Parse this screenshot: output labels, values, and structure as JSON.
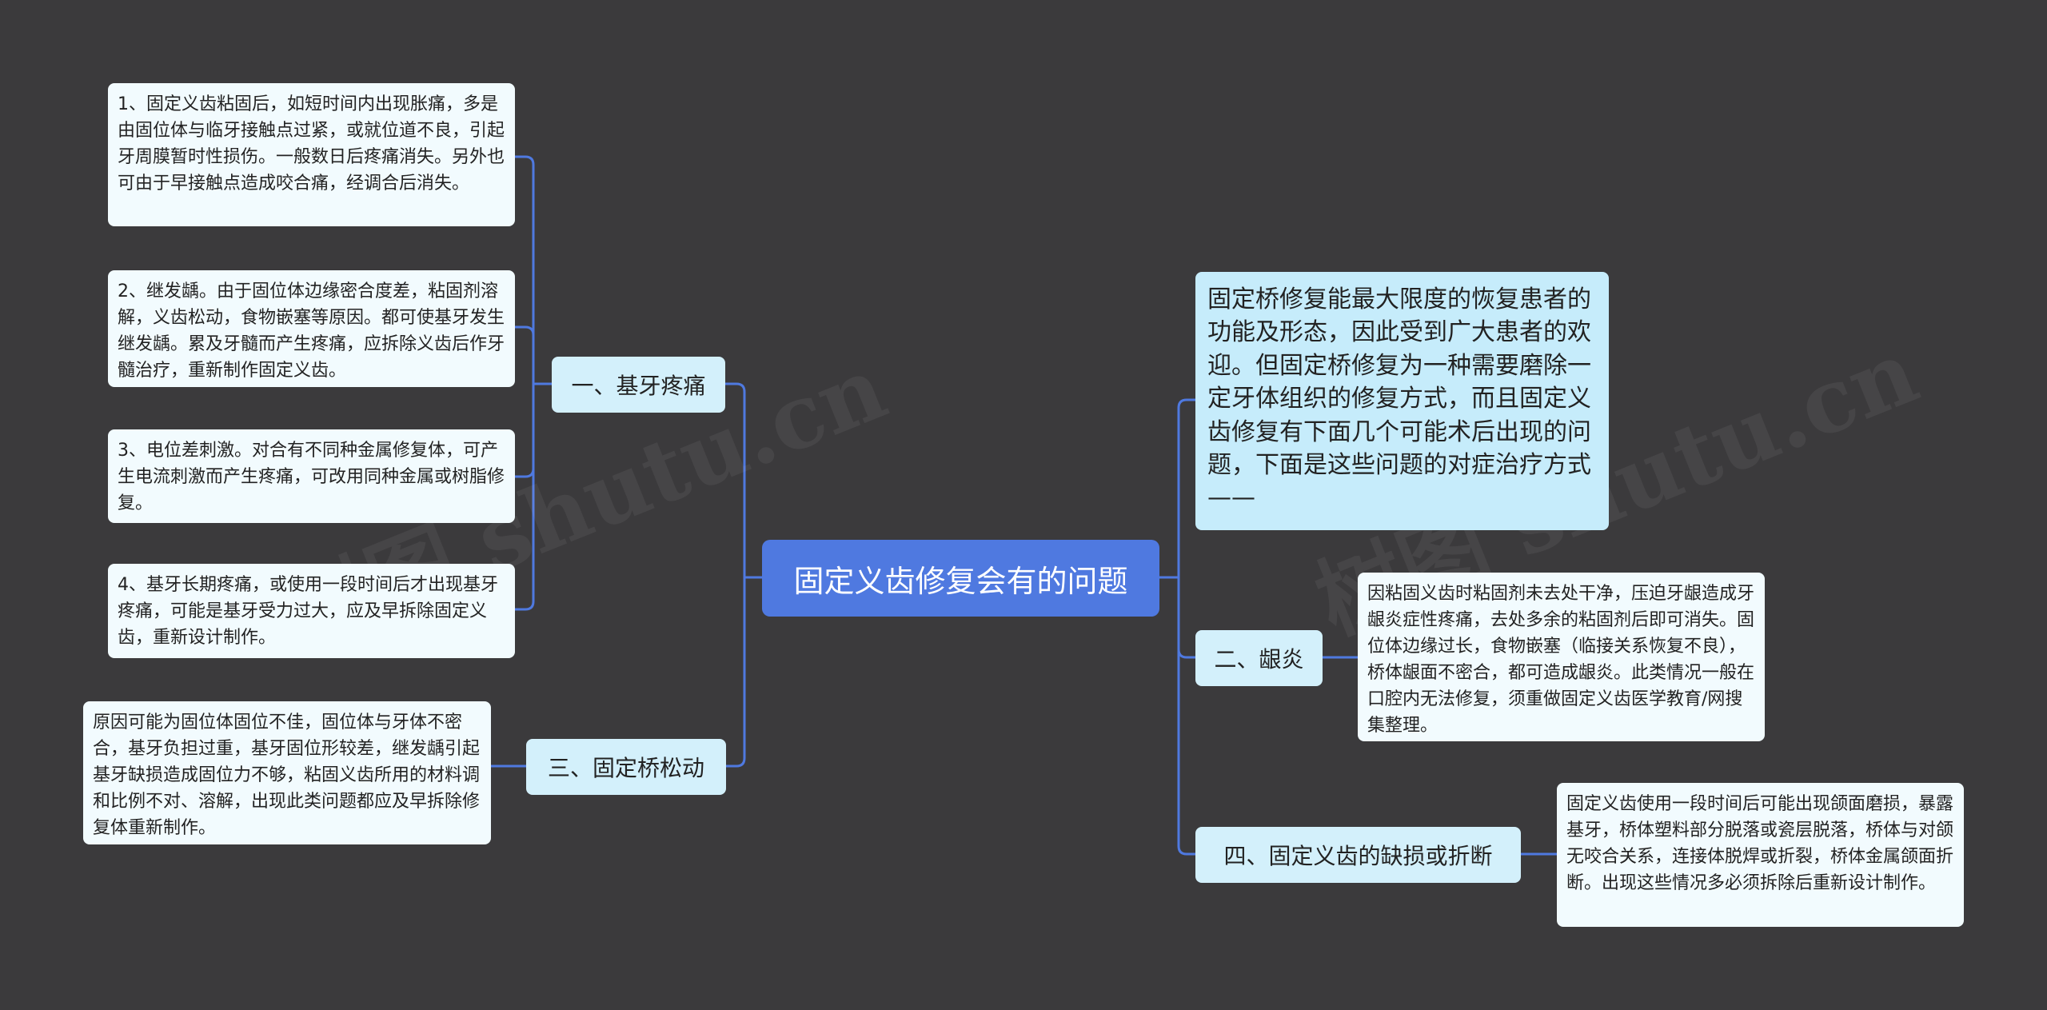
{
  "root": {
    "label": "固定义齿修复会有的问题"
  },
  "intro": {
    "text": "固定桥修复能最大限度的恢复患者的功能及形态，因此受到广大患者的欢迎。但固定桥修复为一种需要磨除一定牙体组织的修复方式，而且固定义齿修复有下面几个可能术后出现的问题，下面是这些问题的对症治疗方式——"
  },
  "branches": {
    "b1": {
      "label": "一、基牙疼痛",
      "leaves": [
        "1、固定义齿粘固后，如短时间内出现胀痛，多是由固位体与临牙接触点过紧，或就位道不良，引起牙周膜暂时性损伤。一般数日后疼痛消失。另外也可由于早接触点造成咬合痛，经调合后消失。",
        "2、继发龋。由于固位体边缘密合度差，粘固剂溶解，义齿松动，食物嵌塞等原因。都可使基牙发生继发龋。累及牙髓而产生疼痛，应拆除义齿后作牙髓治疗，重新制作固定义齿。",
        "3、电位差刺激。对合有不同种金属修复体，可产生电流刺激而产生疼痛，可改用同种金属或树脂修复。",
        "4、基牙长期疼痛，或使用一段时间后才出现基牙疼痛，可能是基牙受力过大，应及早拆除固定义齿，重新设计制作。"
      ]
    },
    "b2": {
      "label": "二、龈炎",
      "leaf": "因粘固义齿时粘固剂未去处干净，压迫牙龈造成牙龈炎症性疼痛，去处多余的粘固剂后即可消失。固位体边缘过长，食物嵌塞（临接关系恢复不良），桥体龈面不密合，都可造成龈炎。此类情况一般在口腔内无法修复，须重做固定义齿医学教育/网搜集整理。"
    },
    "b3": {
      "label": "三、固定桥松动",
      "leaf": "原因可能为固位体固位不佳，固位体与牙体不密合，基牙负担过重，基牙固位形较差，继发龋引起基牙缺损造成固位力不够，粘固义齿所用的材料调和比例不对、溶解，出现此类问题都应及早拆除修复体重新制作。"
    },
    "b4": {
      "label": "四、固定义齿的缺损或折断",
      "leaf": "固定义齿使用一段时间后可能出现颌面磨损，暴露基牙，桥体塑料部分脱落或瓷层脱落，桥体与对颌无咬合关系，连接体脱焊或折裂，桥体金属颌面折断。出现这些情况多必须拆除后重新设计制作。"
    }
  },
  "watermark": "树图 shutu.cn",
  "colors": {
    "background": "#3b3a3c",
    "link": "#4f79e0",
    "root": "#4f79e0",
    "branch": "#d3f0fb",
    "leaf": "#f2fbfe",
    "intro": "#c6ecfb"
  }
}
